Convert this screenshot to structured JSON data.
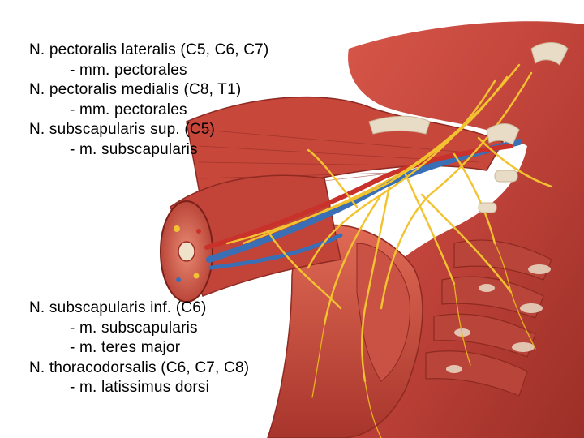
{
  "annotations_top": [
    {
      "text": "N. pectoralis lateralis (C5, C6, C7)",
      "indent": false
    },
    {
      "text": "- mm. pectorales",
      "indent": true
    },
    {
      "text": "N. pectoralis medialis (C8, T1)",
      "indent": false
    },
    {
      "text": "- mm. pectorales",
      "indent": true
    },
    {
      "text": "N. subscapularis sup. (C5)",
      "indent": false
    },
    {
      "text": "- m. subscapularis",
      "indent": true
    }
  ],
  "annotations_bottom": [
    {
      "text": "N. subscapularis inf. (C6)",
      "indent": false
    },
    {
      "text": "- m. subscapularis",
      "indent": true
    },
    {
      "text": "- m. teres major",
      "indent": true
    },
    {
      "text": "N. thoracodorsalis (C6, C7, C8)",
      "indent": false
    },
    {
      "text": "- m. latissimus dorsi",
      "indent": true
    }
  ],
  "colors": {
    "muscle": "#c8473a",
    "muscle_dark": "#8e2a22",
    "muscle_light": "#e07b64",
    "tendon": "#e9dcc6",
    "nerve": "#f2c230",
    "artery": "#c8322b",
    "vein": "#3a6fb5",
    "text": "#000000"
  }
}
